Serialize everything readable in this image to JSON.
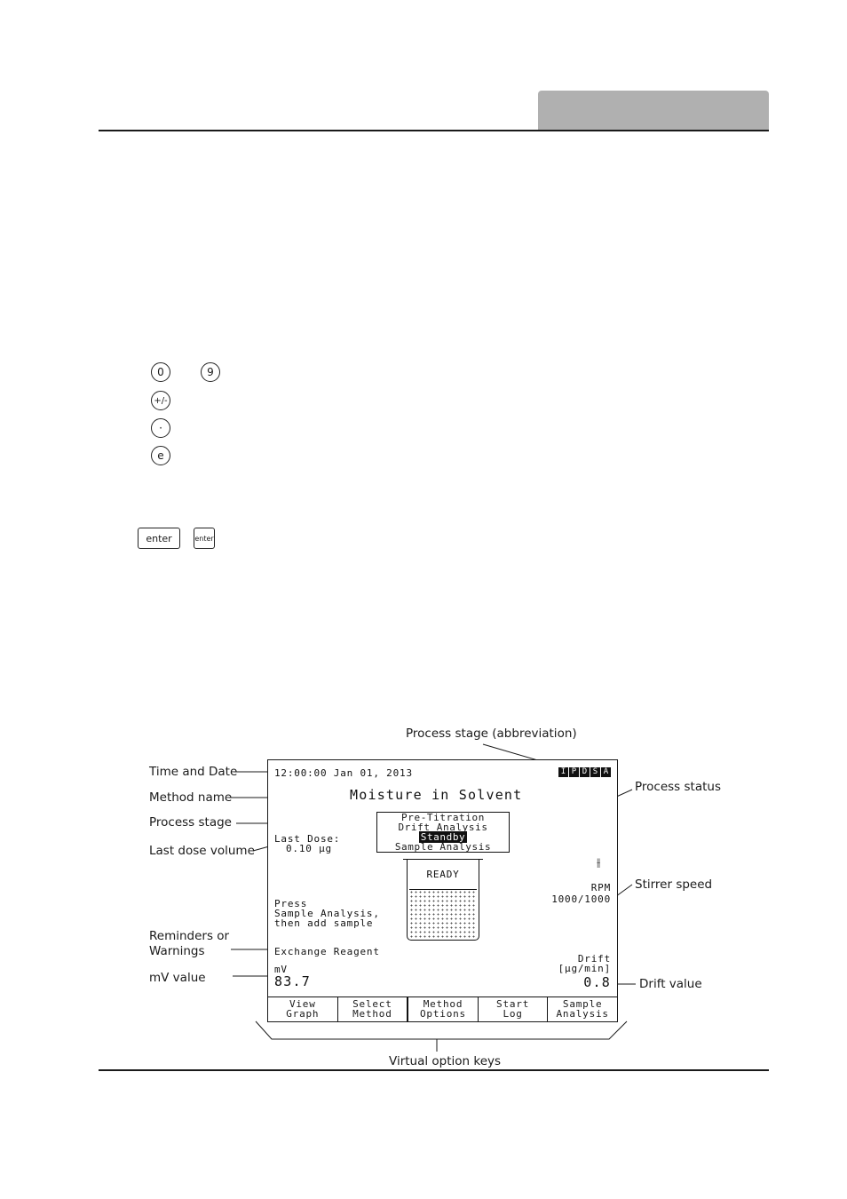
{
  "keypad": {
    "digit_zero": "0",
    "digit_nine": "9",
    "plus_minus": "+/-",
    "decimal_point": "·",
    "exponent": "e",
    "enter_large": "enter",
    "enter_small": "enter"
  },
  "figure": {
    "labels": {
      "process_stage_abbrev": "Process stage (abbreviation)",
      "time_and_date": "Time and Date",
      "process_status": "Process status",
      "method_name": "Method name",
      "process_stage": "Process stage",
      "last_dose_volume": "Last dose volume",
      "stirrer_speed": "Stirrer speed",
      "reminders": "Reminders or\nWarnings",
      "mv_value": "mV value",
      "drift_value": "Drift value",
      "virtual_keys": "Virtual option keys"
    },
    "screen": {
      "datetime": "12:00:00 Jan 01, 2013",
      "stage_abbrev": [
        "I",
        "P",
        "D",
        "S",
        "A"
      ],
      "method_name": "Moisture in Solvent",
      "stages": {
        "pre_titration": "Pre-Titration",
        "drift_analysis": "Drift Analysis",
        "standby": "Standby",
        "sample_analysis": "Sample Analysis"
      },
      "last_dose_label": "Last Dose:",
      "last_dose_value": "0.10 µg",
      "status": "READY",
      "stirrer_icon": "stirrer-icon",
      "rpm_label": "RPM",
      "rpm_value": "1000/1000",
      "prompt": "Press\nSample Analysis,\nthen add sample",
      "reminder": "Exchange Reagent",
      "mv_label": "mV",
      "mv_value": "83.7",
      "drift_label": "Drift",
      "drift_unit": "[µg/min]",
      "drift_value": "0.8",
      "softkeys": [
        {
          "line1": "View",
          "line2": "Graph"
        },
        {
          "line1": "Select",
          "line2": "Method"
        },
        {
          "line1": "Method",
          "line2": "Options"
        },
        {
          "line1": "Start",
          "line2": "Log"
        },
        {
          "line1": "Sample",
          "line2": "Analysis"
        }
      ]
    }
  },
  "colors": {
    "header_tab": "#b0b0b0",
    "ink": "#1a1a1a"
  }
}
